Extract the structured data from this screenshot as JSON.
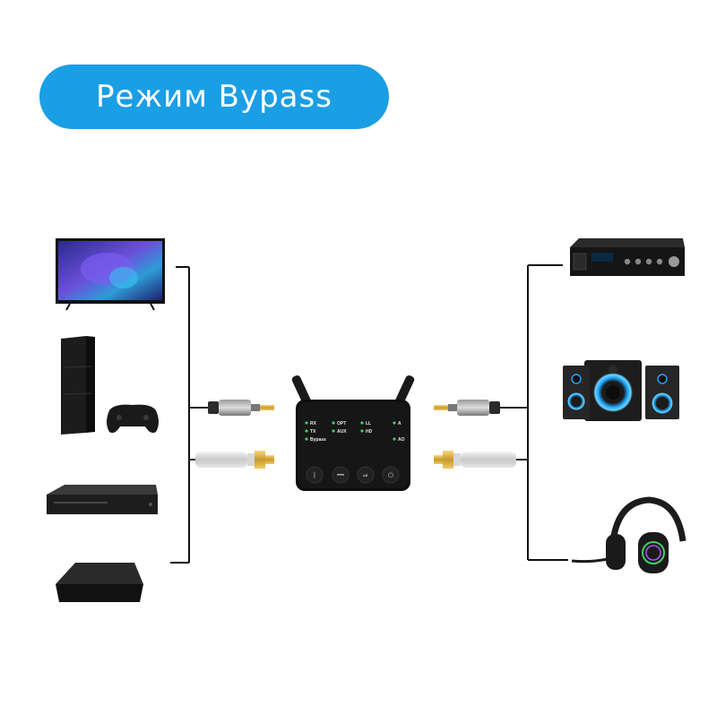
{
  "header": {
    "title": "Режим Bypass"
  },
  "left_devices": [
    "tv-icon",
    "game-console-icon",
    "bluray-player-icon",
    "tv-box-icon"
  ],
  "right_devices": [
    "amplifier-icon",
    "speaker-system-icon",
    "gaming-headset-icon"
  ],
  "device": {
    "led_labels": {
      "rx": "RX",
      "tx": "TX",
      "bypass": "Bypass",
      "opt": "OPT",
      "aux": "AUX",
      "ll": "LL",
      "hd": "HD",
      "a": "A",
      "ao": "AO"
    }
  },
  "colors": {
    "accent": "#1a9ee4",
    "led": "#3ecf6a"
  }
}
